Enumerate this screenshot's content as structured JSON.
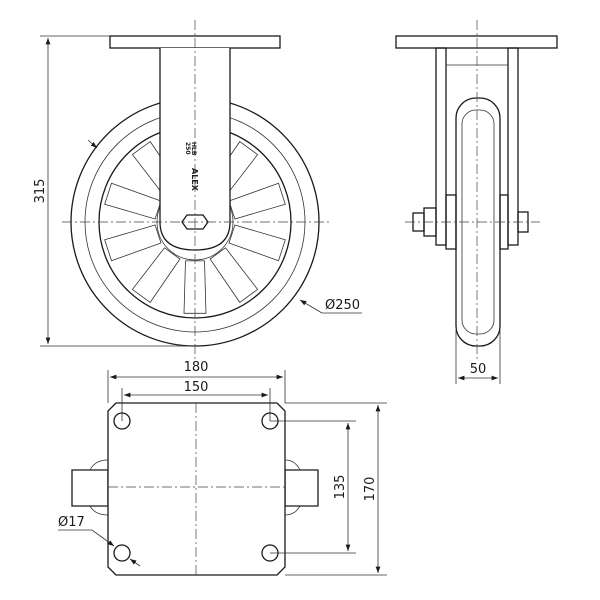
{
  "drawing": {
    "dimensions": {
      "overall_height": "315",
      "wheel_diameter": "Ø250",
      "wheel_width": "50",
      "plate_width": "180",
      "hole_spacing_x": "150",
      "hole_spacing_y": "135",
      "plate_length": "170",
      "hole_diameter": "Ø17"
    },
    "fork_marking": [
      "HLB",
      "250",
      "ALEX"
    ]
  }
}
